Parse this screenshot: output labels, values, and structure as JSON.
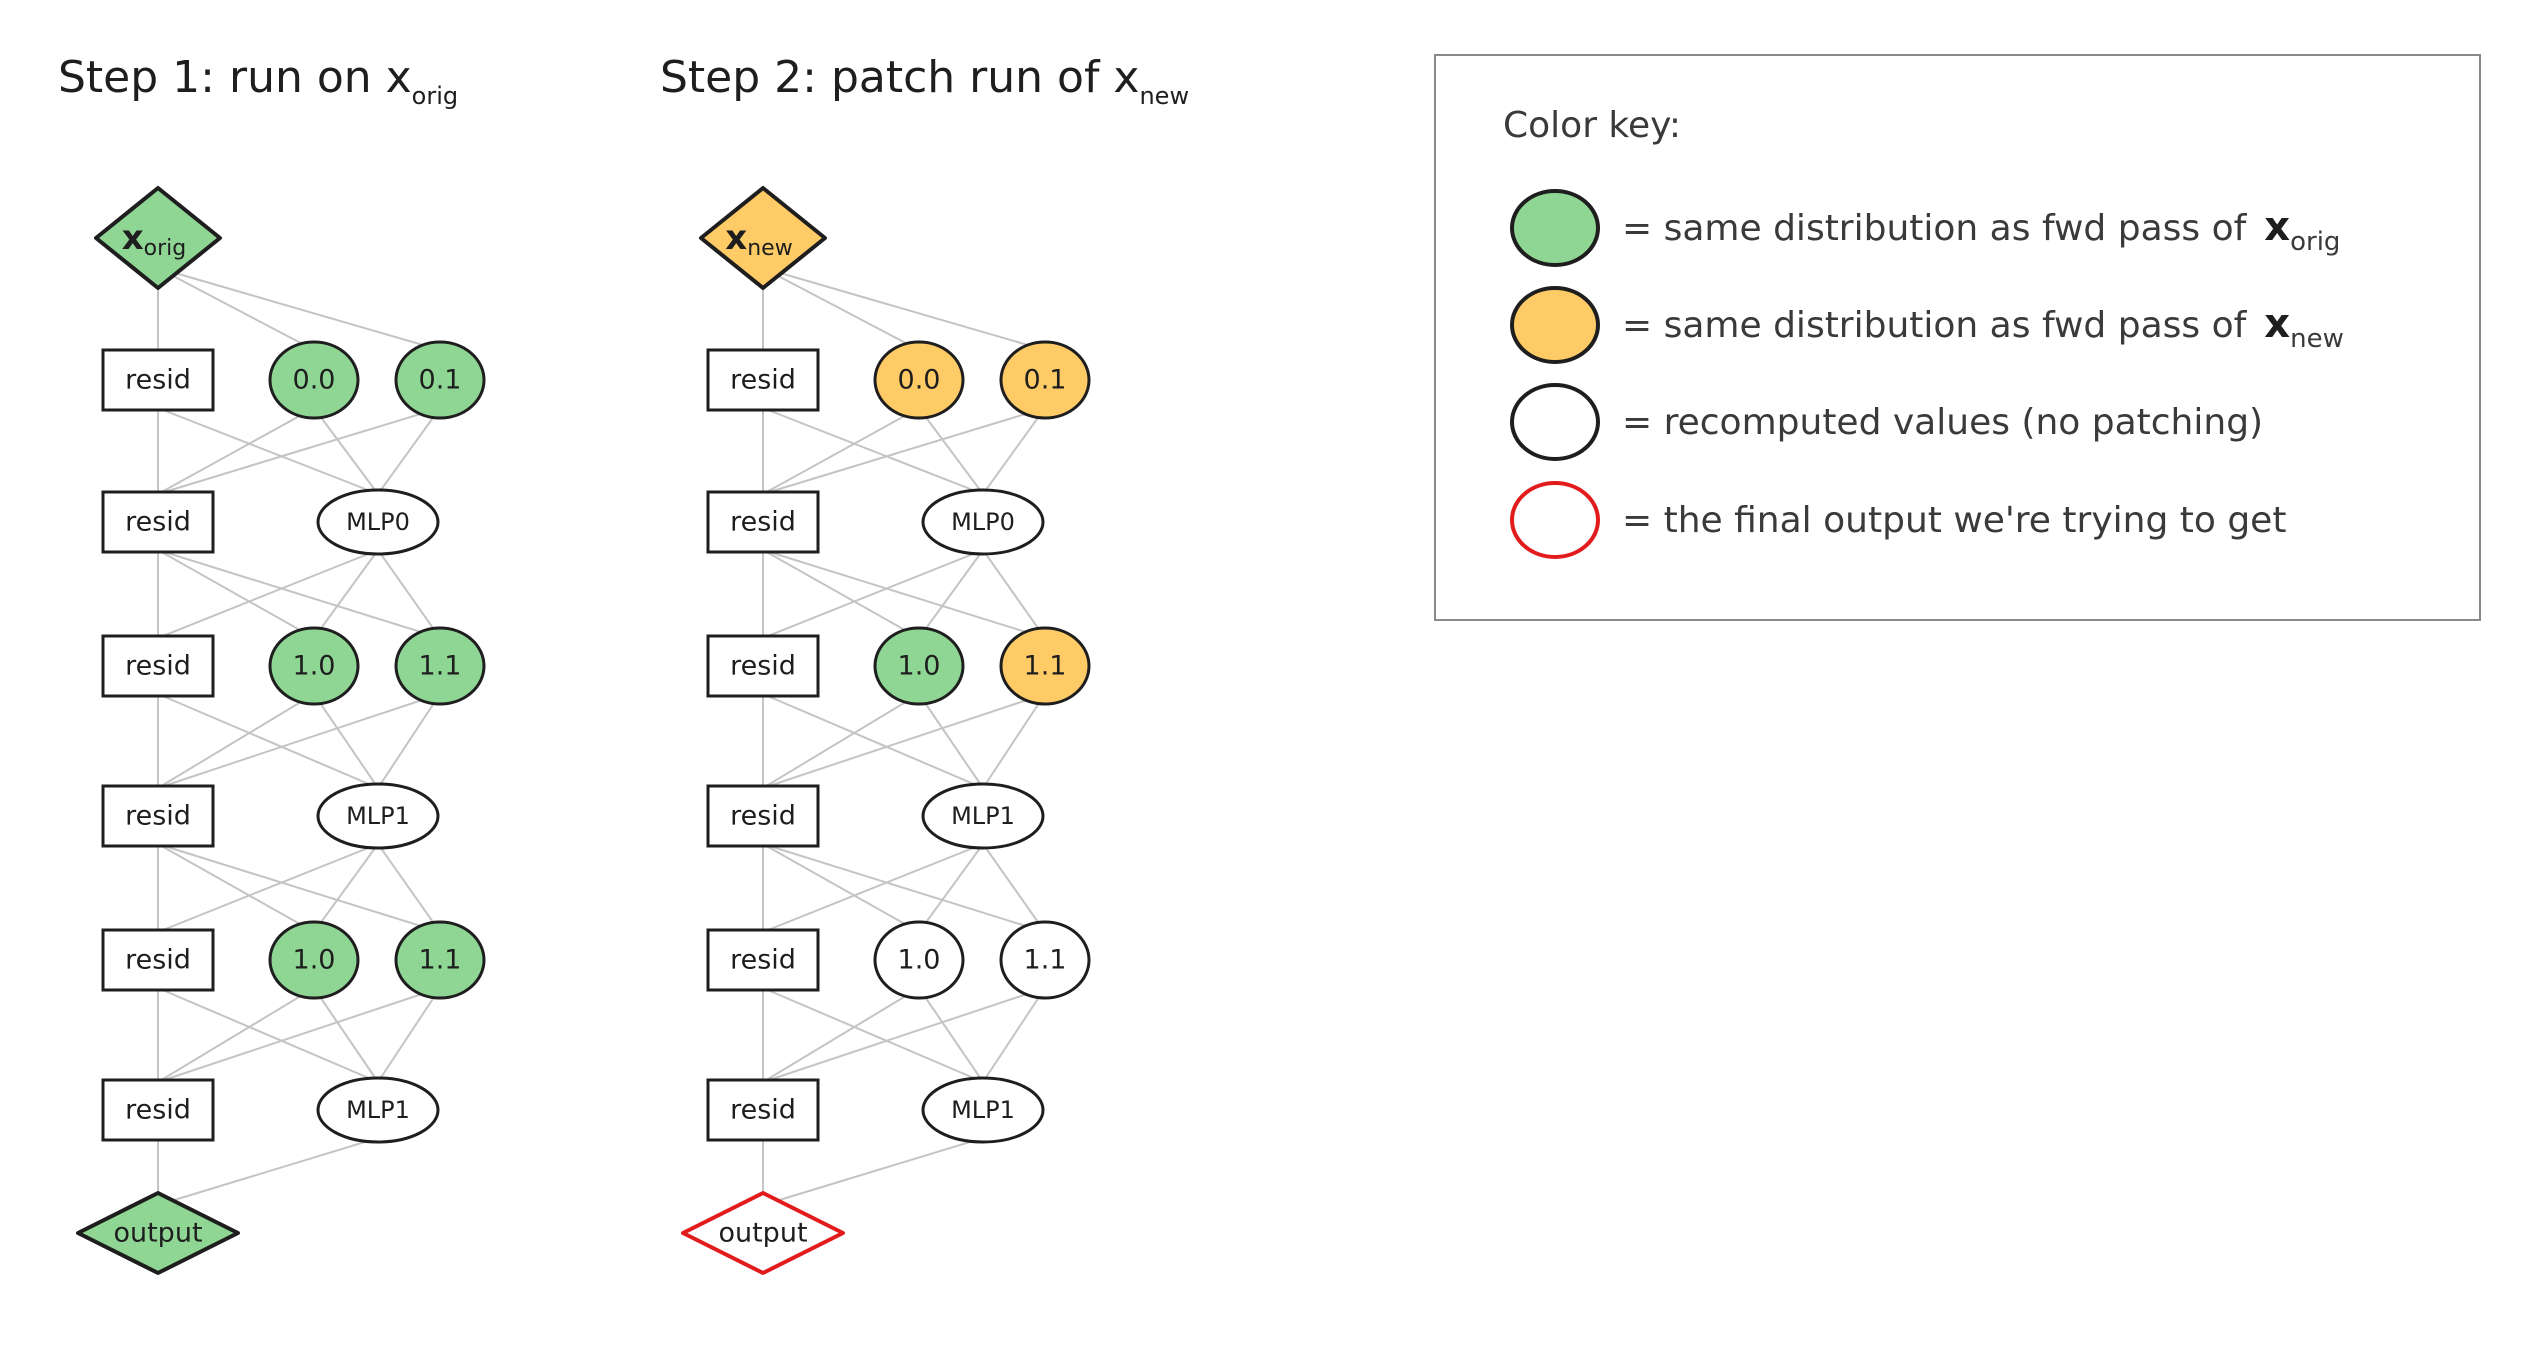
{
  "colors": {
    "green": "#8fd694",
    "orange": "#fecb66",
    "white": "#ffffff",
    "red": "#e21c1c",
    "stroke": "#1e1e1e",
    "edge": "#c4c4c4"
  },
  "step1": {
    "title": "Step 1: run on x",
    "title_sub": "orig",
    "input": {
      "main": "x",
      "sub": "orig",
      "color": "green",
      "shape": "diamond"
    },
    "layers": [
      {
        "resid": "resid",
        "nodes": [
          {
            "label": "0.0",
            "color": "green"
          },
          {
            "label": "0.1",
            "color": "green"
          }
        ]
      },
      {
        "resid": "resid",
        "nodes": [
          {
            "label": "MLP0",
            "color": "white"
          }
        ]
      },
      {
        "resid": "resid",
        "nodes": [
          {
            "label": "1.0",
            "color": "green"
          },
          {
            "label": "1.1",
            "color": "green"
          }
        ]
      },
      {
        "resid": "resid",
        "nodes": [
          {
            "label": "MLP1",
            "color": "white"
          }
        ]
      },
      {
        "resid": "resid",
        "nodes": [
          {
            "label": "1.0",
            "color": "green"
          },
          {
            "label": "1.1",
            "color": "green"
          }
        ]
      },
      {
        "resid": "resid",
        "nodes": [
          {
            "label": "MLP1",
            "color": "white"
          }
        ]
      }
    ],
    "output": {
      "label": "output",
      "color": "green",
      "stroke": "stroke"
    }
  },
  "step2": {
    "title": "Step 2: patch run of x",
    "title_sub": "new",
    "input": {
      "main": "x",
      "sub": "new",
      "color": "orange",
      "shape": "diamond"
    },
    "layers": [
      {
        "resid": "resid",
        "nodes": [
          {
            "label": "0.0",
            "color": "orange"
          },
          {
            "label": "0.1",
            "color": "orange"
          }
        ]
      },
      {
        "resid": "resid",
        "nodes": [
          {
            "label": "MLP0",
            "color": "white"
          }
        ]
      },
      {
        "resid": "resid",
        "nodes": [
          {
            "label": "1.0",
            "color": "green"
          },
          {
            "label": "1.1",
            "color": "orange"
          }
        ]
      },
      {
        "resid": "resid",
        "nodes": [
          {
            "label": "MLP1",
            "color": "white"
          }
        ]
      },
      {
        "resid": "resid",
        "nodes": [
          {
            "label": "1.0",
            "color": "white"
          },
          {
            "label": "1.1",
            "color": "white"
          }
        ]
      },
      {
        "resid": "resid",
        "nodes": [
          {
            "label": "MLP1",
            "color": "white"
          }
        ]
      }
    ],
    "output": {
      "label": "output",
      "color": "white",
      "stroke": "red"
    }
  },
  "key": {
    "title": "Color key:",
    "items": [
      {
        "color": "green",
        "stroke": "stroke",
        "text": "= same distribution as fwd pass of",
        "x_main": "x",
        "x_sub": "orig"
      },
      {
        "color": "orange",
        "stroke": "stroke",
        "text": "= same distribution as fwd pass of",
        "x_main": "x",
        "x_sub": "new"
      },
      {
        "color": "white",
        "stroke": "stroke",
        "text": "= recomputed values (no patching)",
        "x_main": "",
        "x_sub": ""
      },
      {
        "color": "white",
        "stroke": "red",
        "text": "= the final output we're trying to get",
        "x_main": "",
        "x_sub": ""
      }
    ]
  }
}
